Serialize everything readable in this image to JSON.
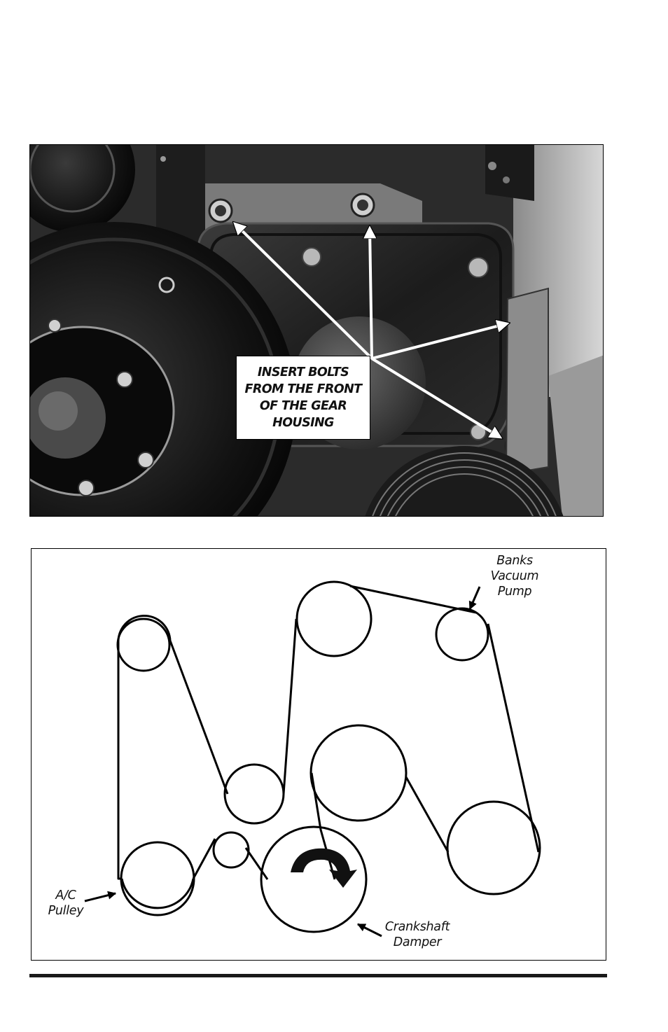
{
  "photo": {
    "callout_lines": [
      "INSERT BOLTS",
      "FROM THE FRONT",
      "OF THE GEAR",
      "HOUSING"
    ]
  },
  "belt_diagram": {
    "vacuum_pump_lines": [
      "Banks",
      "Vacuum",
      "Pump"
    ],
    "ac_pulley_lines": [
      "A/C",
      "Pulley"
    ],
    "crankshaft_lines": [
      "Crankshaft",
      "Damper"
    ]
  }
}
